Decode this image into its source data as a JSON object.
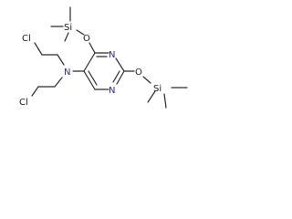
{
  "molecule": {
    "atoms": {
      "cl_top": "Cl",
      "cl_bottom": "Cl",
      "amine_n": "N",
      "ring_n_upper": "N",
      "ring_n_lower": "N",
      "o_upper": "O",
      "o_lower": "O",
      "si_upper": "Si",
      "si_lower": "Si"
    }
  }
}
